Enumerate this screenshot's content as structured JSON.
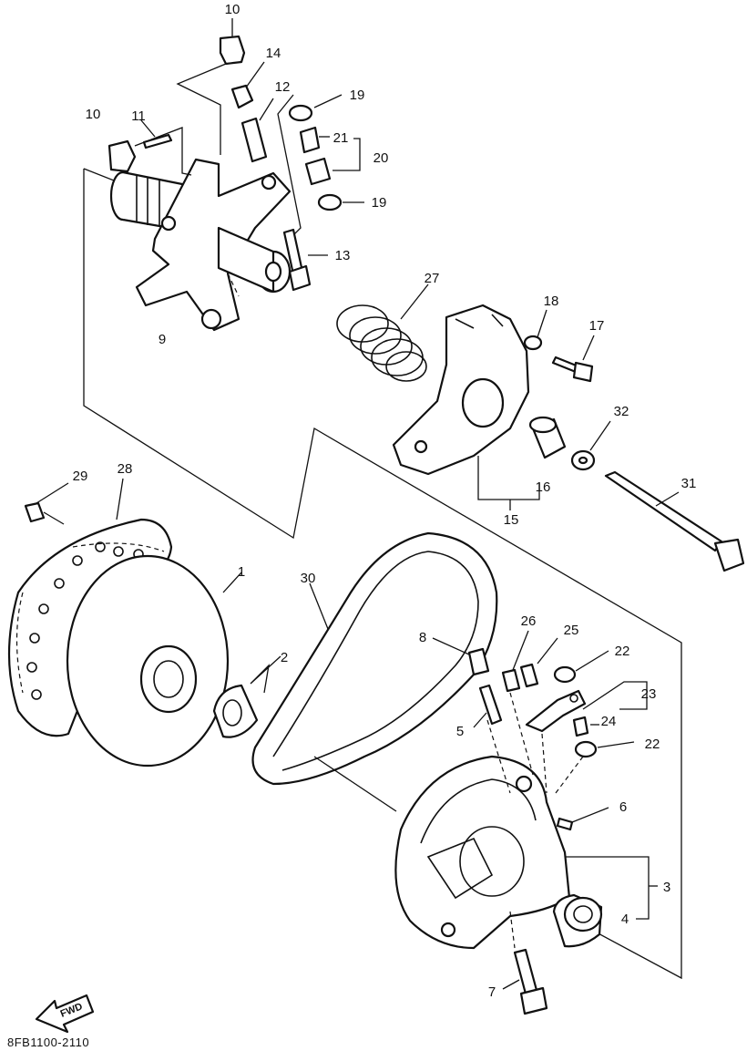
{
  "diagram_code": "8FB1100-2110",
  "fwd_label": "FWD",
  "callouts": {
    "c1": "1",
    "c2": "2",
    "c3": "3",
    "c4": "4",
    "c5": "5",
    "c6": "6",
    "c7": "7",
    "c8": "8",
    "c9": "9",
    "c10a": "10",
    "c10b": "10",
    "c11": "11",
    "c12": "12",
    "c13": "13",
    "c14": "14",
    "c15": "15",
    "c16": "16",
    "c17": "17",
    "c18": "18",
    "c19a": "19",
    "c19b": "19",
    "c20": "20",
    "c21": "21",
    "c22a": "22",
    "c22b": "22",
    "c23": "23",
    "c24": "24",
    "c25": "25",
    "c26": "26",
    "c27": "27",
    "c28": "28",
    "c29": "29",
    "c30": "30",
    "c31": "31",
    "c32": "32"
  }
}
